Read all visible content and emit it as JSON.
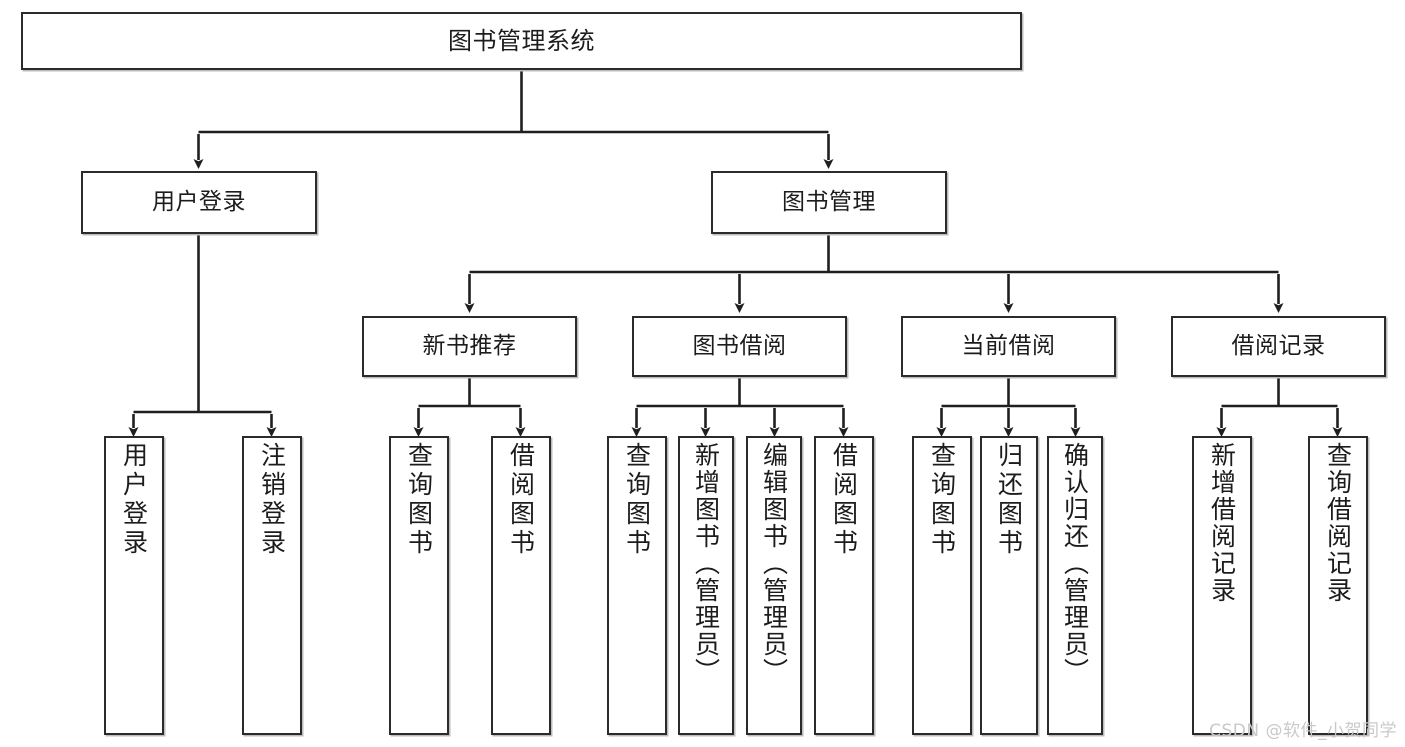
{
  "diagram": {
    "title": "图书管理系统",
    "type": "tree",
    "watermark": "CSDN @软件_小贺同学",
    "colors": {
      "box_border": "#2b2b2b",
      "box_fill": "#ffffff",
      "connector": "#1f1f1f",
      "text": "#1c1c1c",
      "watermark": "#c9c9c9"
    },
    "nodes": {
      "root": {
        "label": "图书管理系统"
      },
      "level2": [
        {
          "label": "用户登录"
        },
        {
          "label": "图书管理"
        }
      ],
      "level3": [
        {
          "label": "新书推荐"
        },
        {
          "label": "图书借阅"
        },
        {
          "label": "当前借阅"
        },
        {
          "label": "借阅记录"
        }
      ],
      "leaves": {
        "user_login": [
          {
            "label": "用户登录"
          },
          {
            "label": "注销登录"
          }
        ],
        "new_book_recommend": [
          {
            "label": "查询图书"
          },
          {
            "label": "借阅图书"
          }
        ],
        "book_borrow": [
          {
            "label": "查询图书"
          },
          {
            "label": "新增图书（管理员）"
          },
          {
            "label": "编辑图书（管理员）"
          },
          {
            "label": "借阅图书"
          }
        ],
        "current_borrow": [
          {
            "label": "查询图书"
          },
          {
            "label": "归还图书"
          },
          {
            "label": "确认归还（管理员）"
          }
        ],
        "borrow_record": [
          {
            "label": "新增借阅记录"
          },
          {
            "label": "查询借阅记录"
          }
        ]
      }
    }
  }
}
